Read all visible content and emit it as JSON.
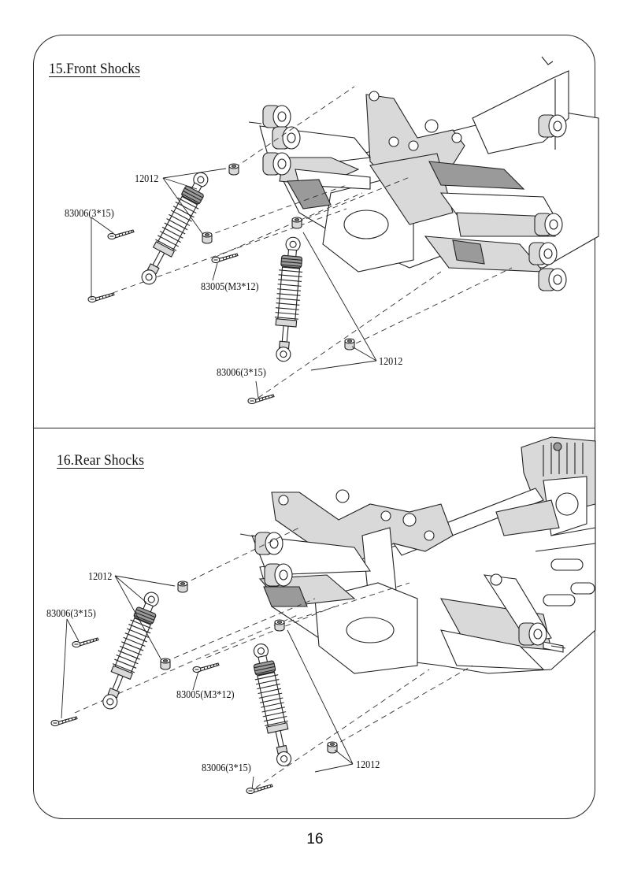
{
  "sections": [
    {
      "title": "15.Front Shocks",
      "callouts": {
        "bushing_top": "12012",
        "screw_left": "83006(3*15)",
        "screw_mid": "83005(M3*12)",
        "bushing_bottom": "12012",
        "screw_bottom": "83006(3*15)"
      }
    },
    {
      "title": "16.Rear Shocks",
      "callouts": {
        "bushing_top": "12012",
        "screw_left": "83006(3*15)",
        "screw_mid": "83005(M3*12)",
        "bushing_bottom": "12012",
        "screw_bottom": "83006(3*15)"
      }
    }
  ],
  "page_number": "16"
}
